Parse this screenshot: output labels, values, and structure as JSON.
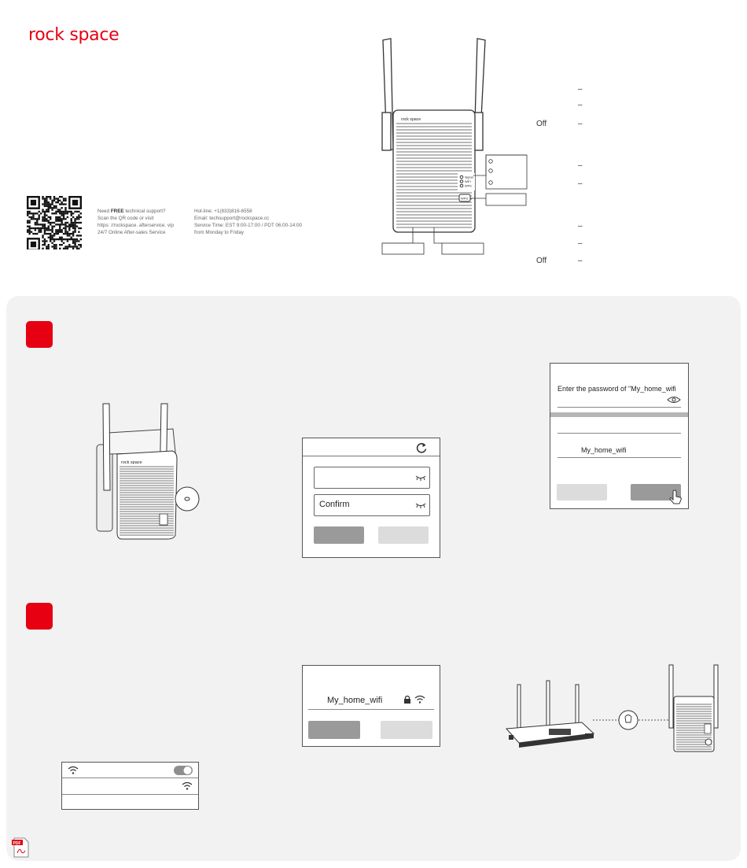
{
  "brand": "rock space",
  "support": {
    "left_line1_pre": "Need ",
    "left_line1_bold": "FREE",
    "left_line1_post": " technical support?",
    "left_line2": "Scan the QR code or visit",
    "left_line3": "https: //rockspace. afterservice. vip",
    "left_line4": "24/7 Online After-sales Service",
    "right_line1": "Hot-line: +1(833)816-6558",
    "right_line2": "Email: techsupport@rockspace.cc",
    "right_line3": "Service Time: EST 9:00-17:00 / PDT 06:00-14:00",
    "right_line4": "from Monday to Friday"
  },
  "device_labels": {
    "brand_tag": "rock space",
    "led1": "Signal",
    "led2": "WiFi",
    "led3": "WPS",
    "wps_button": "WPS"
  },
  "led_legend": {
    "dash": "–",
    "off1": "Off",
    "off2": "Off"
  },
  "step1": {
    "password_screen": {
      "confirm_label": "Confirm"
    },
    "wifi_password_screen": {
      "prompt": "Enter the password of \"My_home_wifi",
      "network": "My_home_wifi"
    }
  },
  "step2": {
    "network_screen": {
      "network": "My_home_wifi"
    }
  },
  "icons": {
    "refresh": "refresh-icon",
    "eye": "eye-icon",
    "eye_closed": "eye-closed-icon",
    "lock": "lock-icon",
    "wifi": "wifi-icon",
    "toggle": "toggle-icon",
    "hand": "hand-pointer-icon",
    "pdf": "pdf-icon"
  },
  "colors": {
    "brand_red": "#e60012",
    "panel_bg": "#f2f2f2"
  }
}
